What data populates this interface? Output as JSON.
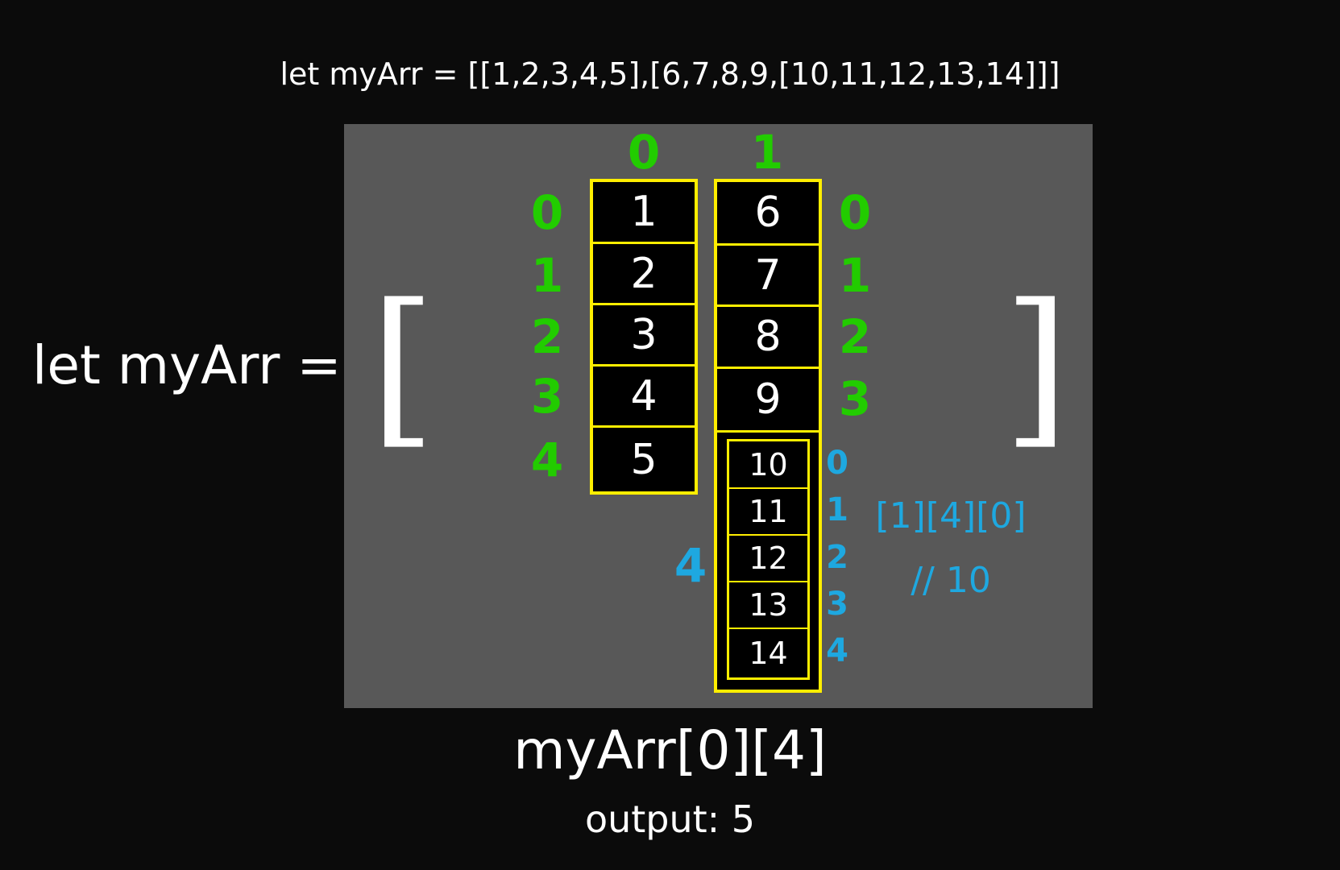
{
  "top_code": "let myArr = [[1,2,3,4,5],[6,7,8,9,[10,11,12,13,14]]]",
  "let_label": "let myArr =",
  "bracket_left": "[",
  "bracket_right": "]",
  "outer_indices": [
    "0",
    "1"
  ],
  "col0": {
    "indices": [
      "0",
      "1",
      "2",
      "3",
      "4"
    ],
    "values": [
      "1",
      "2",
      "3",
      "4",
      "5"
    ]
  },
  "col1": {
    "indices": [
      "0",
      "1",
      "2",
      "3"
    ],
    "values": [
      "6",
      "7",
      "8",
      "9"
    ],
    "nested_index": "4",
    "nested": {
      "indices": [
        "0",
        "1",
        "2",
        "3",
        "4"
      ],
      "values": [
        "10",
        "11",
        "12",
        "13",
        "14"
      ]
    }
  },
  "access": "[1][4][0]",
  "access_comment": "// 10",
  "bottom_expr": "myArr[0][4]",
  "bottom_output": "output: 5",
  "colors": {
    "background": "#0b0b0b",
    "panel": "#585858",
    "cell_border": "#ffee00",
    "index_green": "#22cc00",
    "index_blue": "#1ea8e0"
  }
}
